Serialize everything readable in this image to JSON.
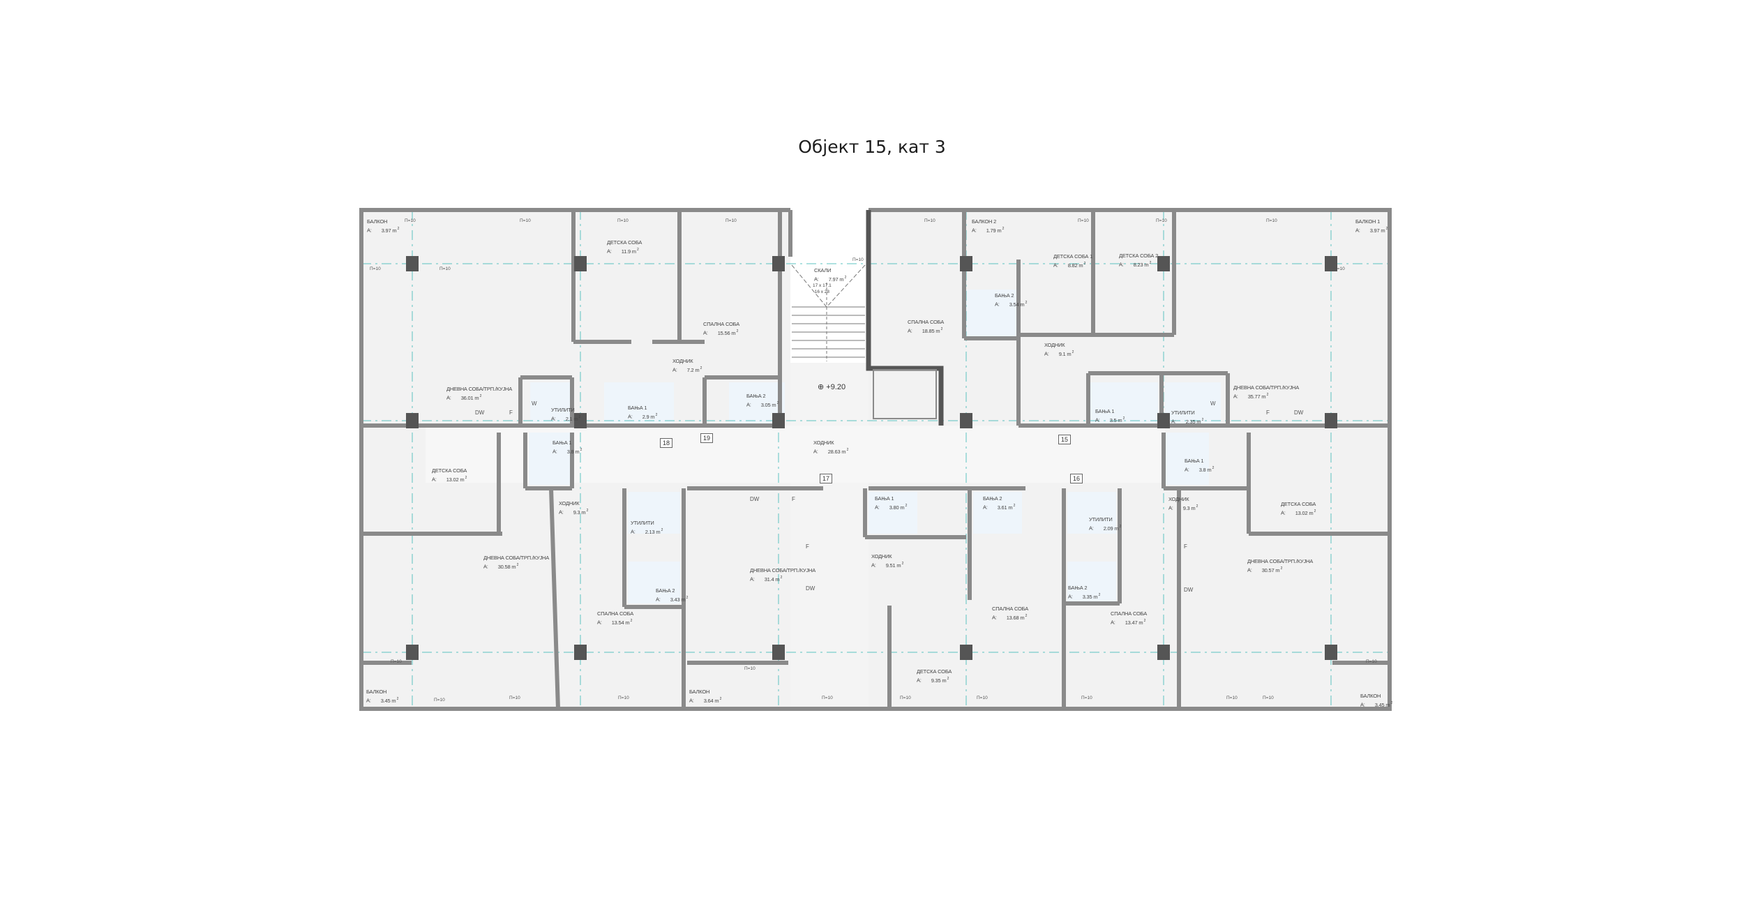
{
  "title": "Објект 15, кат 3",
  "area_prefix": "A:",
  "area_unit": "m",
  "area_sup": "2",
  "rooms": [
    {
      "name": "БАЛКОН",
      "area": "3.97"
    },
    {
      "name": "ДЕТСКА СОБА",
      "area": "11.9"
    },
    {
      "name": "СПАЛНА СОБА",
      "area": "15.56"
    },
    {
      "name": "ХОДНИК",
      "area": "7.2"
    },
    {
      "name": "ДНЕВНА СОБА/ТРП./КУЈНА",
      "area": "36.01"
    },
    {
      "name": "УТИЛИТИ",
      "area": "2.1"
    },
    {
      "name": "БАЊА 1",
      "area": "2.9"
    },
    {
      "name": "БАЊА 2",
      "area": "3.05"
    },
    {
      "name": "БАЊА 1",
      "area": "3.8"
    },
    {
      "name": "СКАЛИ",
      "area": "7.97"
    },
    {
      "name": "БАЛКОН 2",
      "area": "1.79"
    },
    {
      "name": "СПАЛНА СОБА",
      "area": "18.85"
    },
    {
      "name": "БАЊА 2",
      "area": "3.54"
    },
    {
      "name": "ДЕТСКА СОБА 1",
      "area": "8.82"
    },
    {
      "name": "ДЕТСКА СОБА 2",
      "area": "8.23"
    },
    {
      "name": "ХОДНИК",
      "area": "9.1"
    },
    {
      "name": "ХОДНИК",
      "area": "28.63"
    },
    {
      "name": "БАЊА 1",
      "area": "3.5"
    },
    {
      "name": "УТИЛИТИ",
      "area": "2.35"
    },
    {
      "name": "БАЛКОН 1",
      "area": "3.97"
    },
    {
      "name": "ДНЕВНА СОБА/ТРП./КУЈНА",
      "area": "35.77"
    },
    {
      "name": "ДЕТСКА СОБА",
      "area": "13.02"
    },
    {
      "name": "ХОДНИК",
      "area": "9.3"
    },
    {
      "name": "УТИЛИТИ",
      "area": "2.13"
    },
    {
      "name": "ДНЕВНА СОБА/ТРП./КУЈНА",
      "area": "30.58"
    },
    {
      "name": "БАЊА 2",
      "area": "3.43"
    },
    {
      "name": "СПАЛНА СОБА",
      "area": "13.54"
    },
    {
      "name": "БАЛКОН",
      "area": "3.45"
    },
    {
      "name": "БАЛКОН",
      "area": "3.64"
    },
    {
      "name": "ДНЕВНА СОБА/ТРП./КУЈНА",
      "area": "31.4"
    },
    {
      "name": "БАЊА 1",
      "area": "3.80"
    },
    {
      "name": "БАЊА 2",
      "area": "3.61"
    },
    {
      "name": "УТИЛИТИ",
      "area": "2.09"
    },
    {
      "name": "ХОДНИК",
      "area": "9.51"
    },
    {
      "name": "БАЊА 2",
      "area": "3.35"
    },
    {
      "name": "СПАЛНА СОБА",
      "area": "13.68"
    },
    {
      "name": "СПАЛНА СОБА",
      "area": "13.47"
    },
    {
      "name": "ДЕТСКА СОБА",
      "area": "9.35"
    },
    {
      "name": "БАЊА 1",
      "area": "3.8"
    },
    {
      "name": "ХОДНИК",
      "area": "9.3"
    },
    {
      "name": "ДЕТСКА СОБА",
      "area": "13.02"
    },
    {
      "name": "ДНЕВНА СОБА/ТРП./КУЈНА",
      "area": "30.57"
    },
    {
      "name": "БАЛКОН",
      "area": "3.45"
    }
  ],
  "apartment_numbers": [
    "18",
    "19",
    "15",
    "17",
    "16"
  ],
  "elevation": "+9.20",
  "stair_spec": [
    "17 x 17.1",
    "16 x 28"
  ],
  "window_label": "П=10",
  "appliance_labels": {
    "dishwasher": "DW",
    "fridge": "F",
    "washer": "W"
  },
  "colors": {
    "wall": "#8a8a8a",
    "column": "#555555",
    "room": "#f2f2f2",
    "wet_room": "#eef5fb",
    "grid": "#5cc3c0"
  }
}
